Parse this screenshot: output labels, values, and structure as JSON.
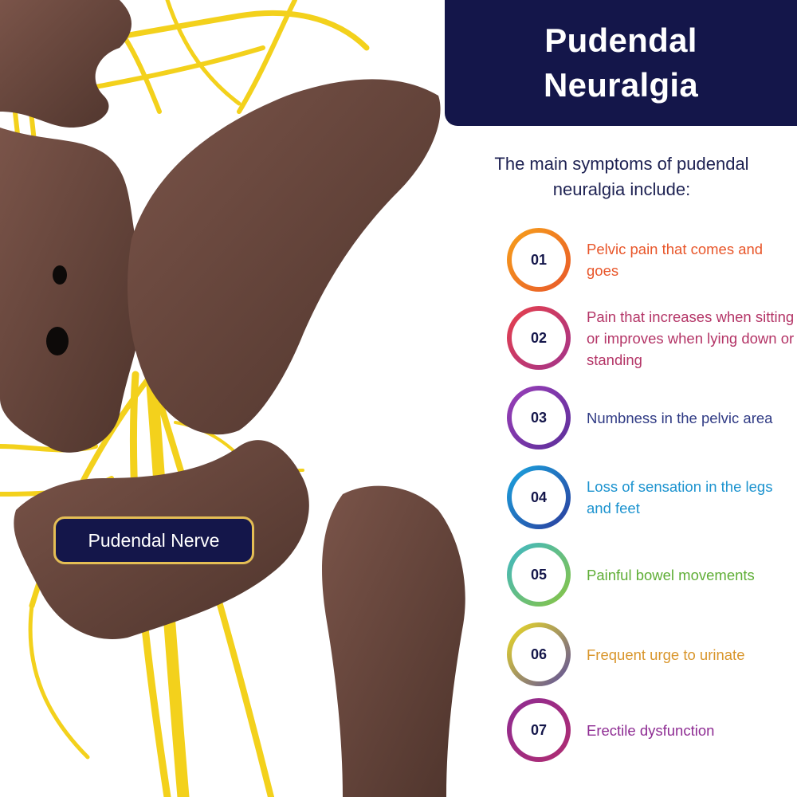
{
  "title": "Pudendal Neuralgia",
  "intro": "The main symptoms of pudendal neuralgia include:",
  "nerve_label": "Pudendal Nerve",
  "colors": {
    "navy": "#14164a",
    "bone": "#5b3e36",
    "nerve": "#f3d11c",
    "label_border": "#e4be55"
  },
  "symptoms": [
    {
      "number": "01",
      "text": "Pelvic pain that comes and goes",
      "color": "#e8562a",
      "ring": [
        "#f7a21a",
        "#e8562a"
      ]
    },
    {
      "number": "02",
      "text": "Pain that increases when sitting or improves when lying down or standing",
      "color": "#b43567",
      "ring": [
        "#e8404a",
        "#a2338c"
      ]
    },
    {
      "number": "03",
      "text": "Numbness in the pelvic area",
      "color": "#2f3a84",
      "ring": [
        "#9b3fb8",
        "#5b2f9a"
      ]
    },
    {
      "number": "04",
      "text": "Loss of sensation in the legs and feet",
      "color": "#1c93cf",
      "ring": [
        "#1aa7e0",
        "#2b3a9c"
      ]
    },
    {
      "number": "05",
      "text": "Painful bowel movements",
      "color": "#5fae36",
      "ring": [
        "#3db7c8",
        "#8bc53f"
      ]
    },
    {
      "number": "06",
      "text": "Frequent urge to urinate",
      "color": "#d9962c",
      "ring": [
        "#f0e020",
        "#5a4ba0"
      ]
    },
    {
      "number": "07",
      "text": "Erectile dysfunction",
      "color": "#8e2c93",
      "ring": [
        "#8e2c93",
        "#b02c70"
      ]
    }
  ]
}
